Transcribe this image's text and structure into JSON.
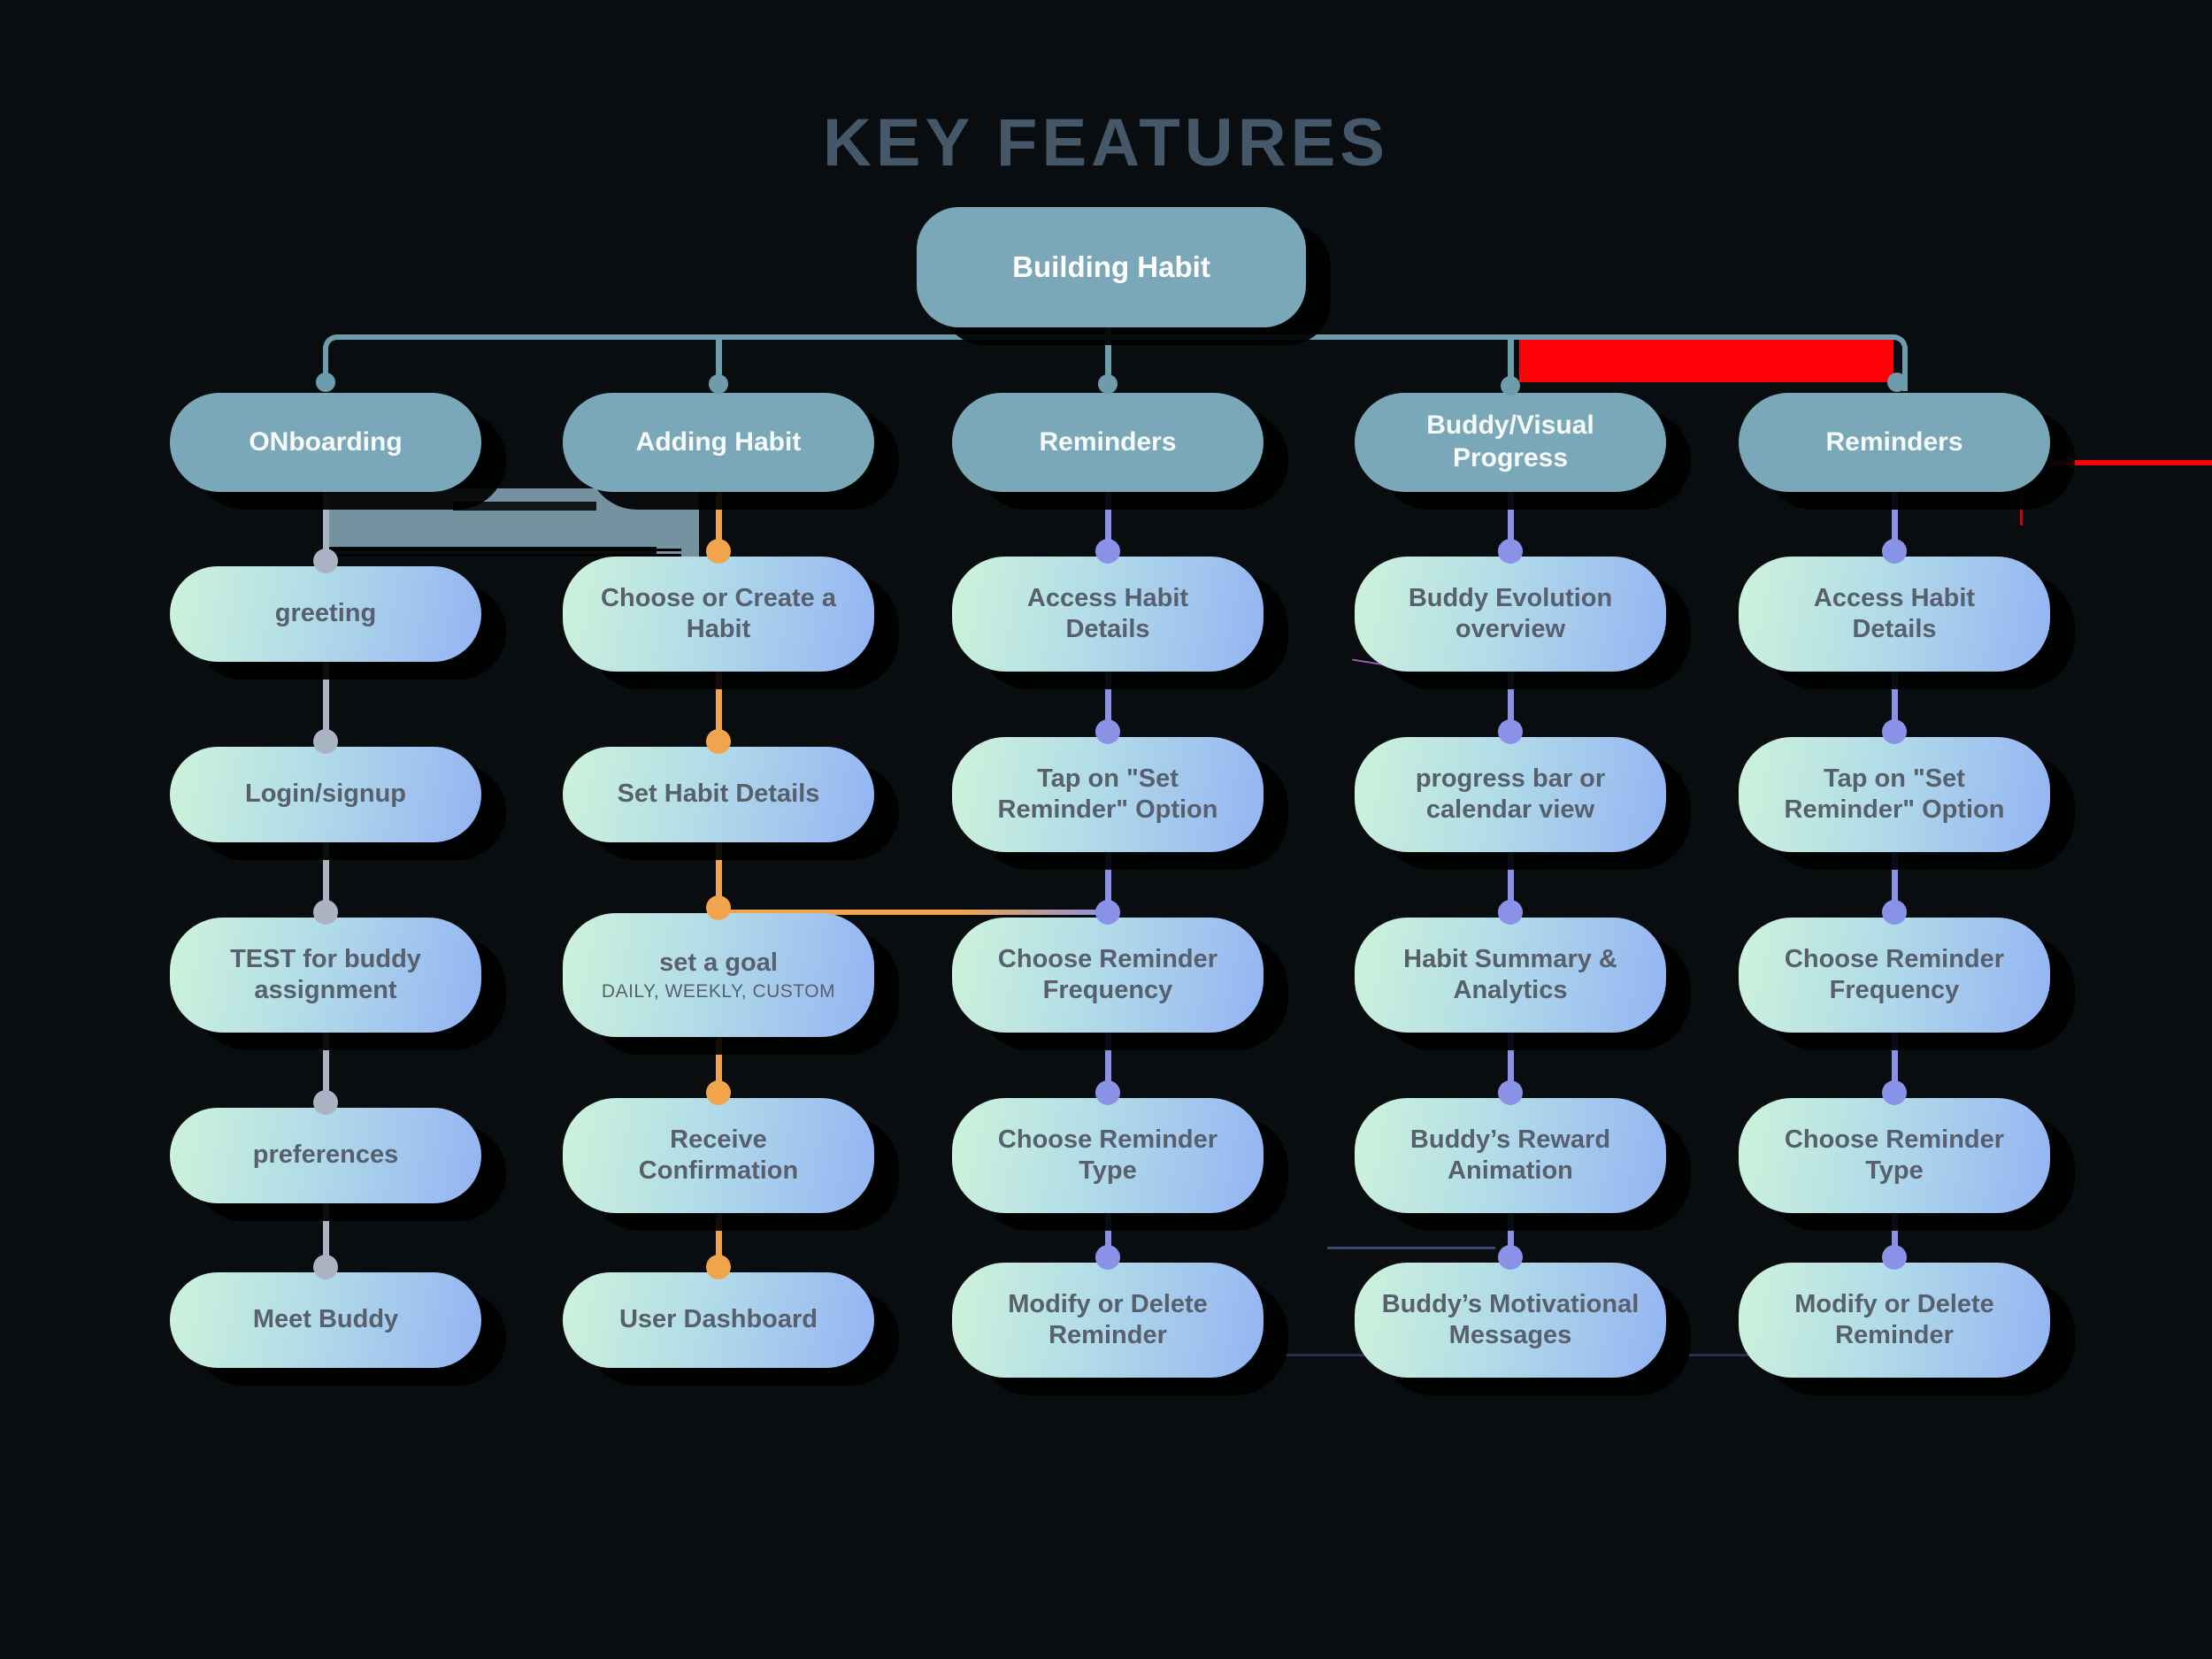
{
  "title": "KEY FEATURES",
  "root_label": "Building Habit",
  "goal_sublabel": "DAILY, WEEKLY, CUSTOM",
  "columns": [
    {
      "header": "ONboarding",
      "accent": "#A9B3C2",
      "nodes": [
        "greeting",
        "Login/signup",
        "TEST for buddy assignment",
        "preferences",
        "Meet Buddy"
      ]
    },
    {
      "header": "Adding Habit",
      "accent": "#F0A54D",
      "nodes": [
        "Choose or Create a Habit",
        "Set Habit Details",
        "set a goal",
        "Receive Confirmation",
        "User Dashboard"
      ]
    },
    {
      "header": "Reminders",
      "accent": "#8A92E8",
      "nodes": [
        "Access Habit Details",
        "Tap on \"Set Reminder\" Option",
        "Choose Reminder Frequency",
        "Choose Reminder Type",
        "Modify or Delete Reminder"
      ]
    },
    {
      "header": "Buddy/Visual Progress",
      "accent": "#8A92E8",
      "nodes": [
        "Buddy Evolution overview",
        "progress bar or calendar view",
        "Habit Summary & Analytics",
        "Buddy’s Reward Animation",
        "Buddy’s Motivational Messages"
      ]
    },
    {
      "header": "Reminders",
      "accent": "#8A92E8",
      "nodes": [
        "Access Habit Details",
        "Tap on \"Set Reminder\" Option",
        "Choose Reminder Frequency",
        "Choose Reminder Type",
        "Modify or Delete Reminder"
      ]
    }
  ],
  "colors": {
    "background": "#0A0D0F",
    "branch_teal": "#7BA8B8",
    "tree_line": "#6D9CAB",
    "node_gradient_start": "#CDF3DA",
    "node_gradient_end": "#94B3F3",
    "node_text": "#57606C",
    "title_text": "#45586A",
    "connector_gray": "#A9B3C2",
    "connector_orange": "#F0A54D",
    "connector_purple": "#8A92E8",
    "ribbon_gray": "#74929F",
    "red_marker": "#FF0006"
  }
}
